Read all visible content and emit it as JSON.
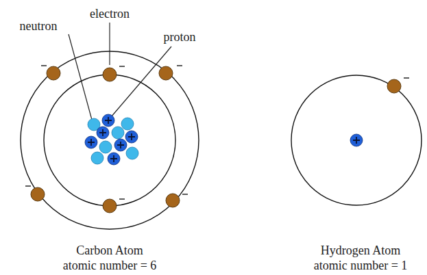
{
  "diagram": {
    "labels": [
      "electron",
      "neutron",
      "proton",
      "Carbon Atom",
      "atomic number = 6",
      "Hydrogen Atom",
      "atomic number = 1"
    ]
  }
}
